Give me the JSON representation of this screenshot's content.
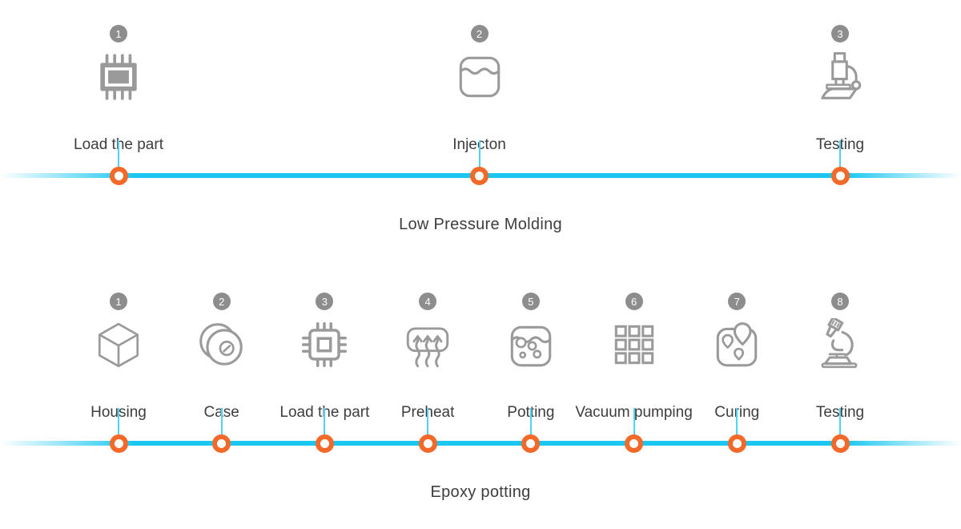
{
  "diagram": {
    "timelines": [
      {
        "title": "Low Pressure Molding",
        "steps": [
          {
            "number": "1",
            "label": "Load the part",
            "icon": "chip-filled-icon"
          },
          {
            "number": "2",
            "label": "Injecton",
            "icon": "liquid-container-icon"
          },
          {
            "number": "3",
            "label": "Testing",
            "icon": "microscope-icon"
          }
        ]
      },
      {
        "title": "Epoxy potting",
        "steps": [
          {
            "number": "1",
            "label": "Housing",
            "icon": "cube-icon"
          },
          {
            "number": "2",
            "label": "Case",
            "icon": "case-rings-icon"
          },
          {
            "number": "3",
            "label": "Load the part",
            "icon": "chip-outline-icon"
          },
          {
            "number": "4",
            "label": "Preheat",
            "icon": "preheat-arrows-icon"
          },
          {
            "number": "5",
            "label": "Potting",
            "icon": "potting-bubbles-icon"
          },
          {
            "number": "6",
            "label": "Vacuum pumping",
            "icon": "grid-squares-icon"
          },
          {
            "number": "7",
            "label": "Curing",
            "icon": "curing-pins-icon"
          },
          {
            "number": "8",
            "label": "Testing",
            "icon": "microscope-tilted-icon"
          }
        ]
      }
    ],
    "colors": {
      "track": "#1bc7f0",
      "connector": "#4fd3f4",
      "marker": "#f3692a",
      "badge": "#8d8d8d",
      "icon": "#9a9a9a",
      "text": "#3d3d3d"
    }
  }
}
